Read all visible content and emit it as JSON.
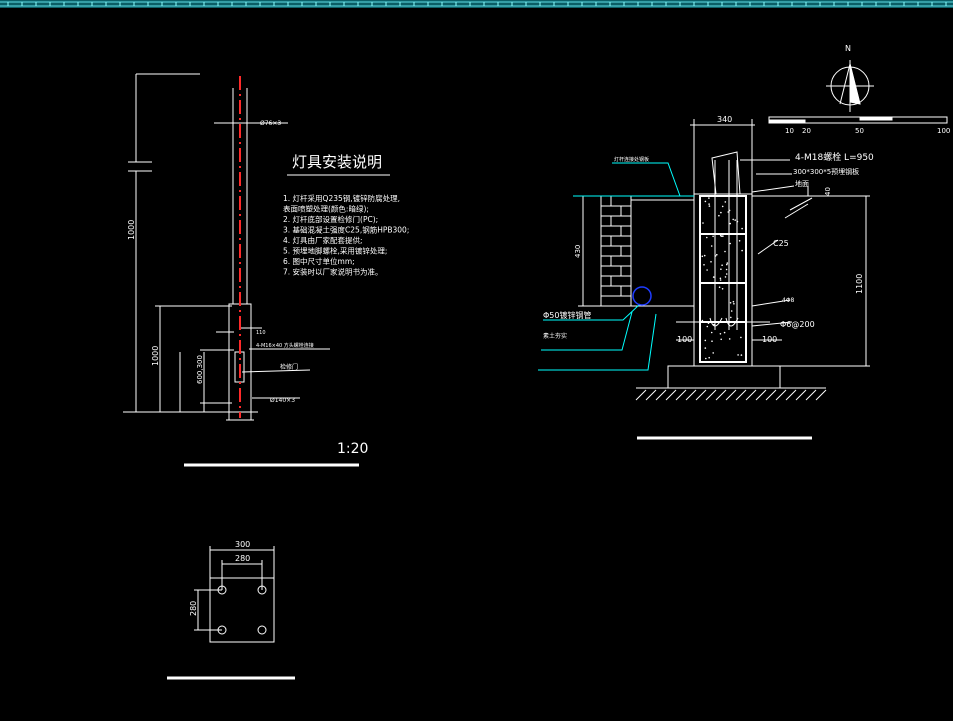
{
  "colors": {
    "background": "#000000",
    "line": "#ffffff",
    "cyan": "#00ffff",
    "red": "#ff2a2a",
    "blue": "#1e3cff",
    "ruler": "#00ffff"
  },
  "pole_elevation": {
    "title": "灯具安装说明",
    "notes": [
      "1. 灯杆采用Q235钢,镀锌防腐处理,",
      "   表面喷塑处理(颜色:暗绿);",
      "2. 灯杆底部设置检修门(PC);",
      "3. 基础混凝土强度C25,钢筋HPB300;",
      "4. 灯具由厂家配套提供;",
      "5. 预埋地脚螺栓,采用镀锌处理;",
      "6. 图中尺寸单位mm;",
      "7. 安装时以厂家说明书为准。"
    ],
    "dim_total": "1000",
    "dim_lower": "1000",
    "dim_door": "600,300",
    "label_dia_top": "Ø76×3",
    "label_bolt": "4-M16×40  方头螺栓连接",
    "label_door": "检修门",
    "label_dia_bottom": "Ø140×3",
    "label_small_dim": "110",
    "scale": "1:20"
  },
  "foundation_section": {
    "compass": "N",
    "scale_labels": [
      "10",
      "20",
      "50",
      "100"
    ],
    "dim_top": "340",
    "label_bolt": "4-M18螺栓 L=950",
    "label_plate": "300*300*5预埋钢板",
    "label_ground": "地面",
    "dim_40": "40",
    "label_concrete": "C25",
    "dim_height": "1100",
    "dim_430": "430",
    "label_rebar": "4Φ8",
    "label_stirrup": "Φ6@200",
    "dim_100_left": "100",
    "dim_100_right": "100",
    "label_top_left": "灯杆连接处钢板",
    "label_pipe": "Φ50镀锌钢管",
    "label_soil": "素土夯实"
  },
  "base_plate": {
    "dim_300": "300",
    "dim_280_h": "280",
    "dim_280_v": "280"
  }
}
